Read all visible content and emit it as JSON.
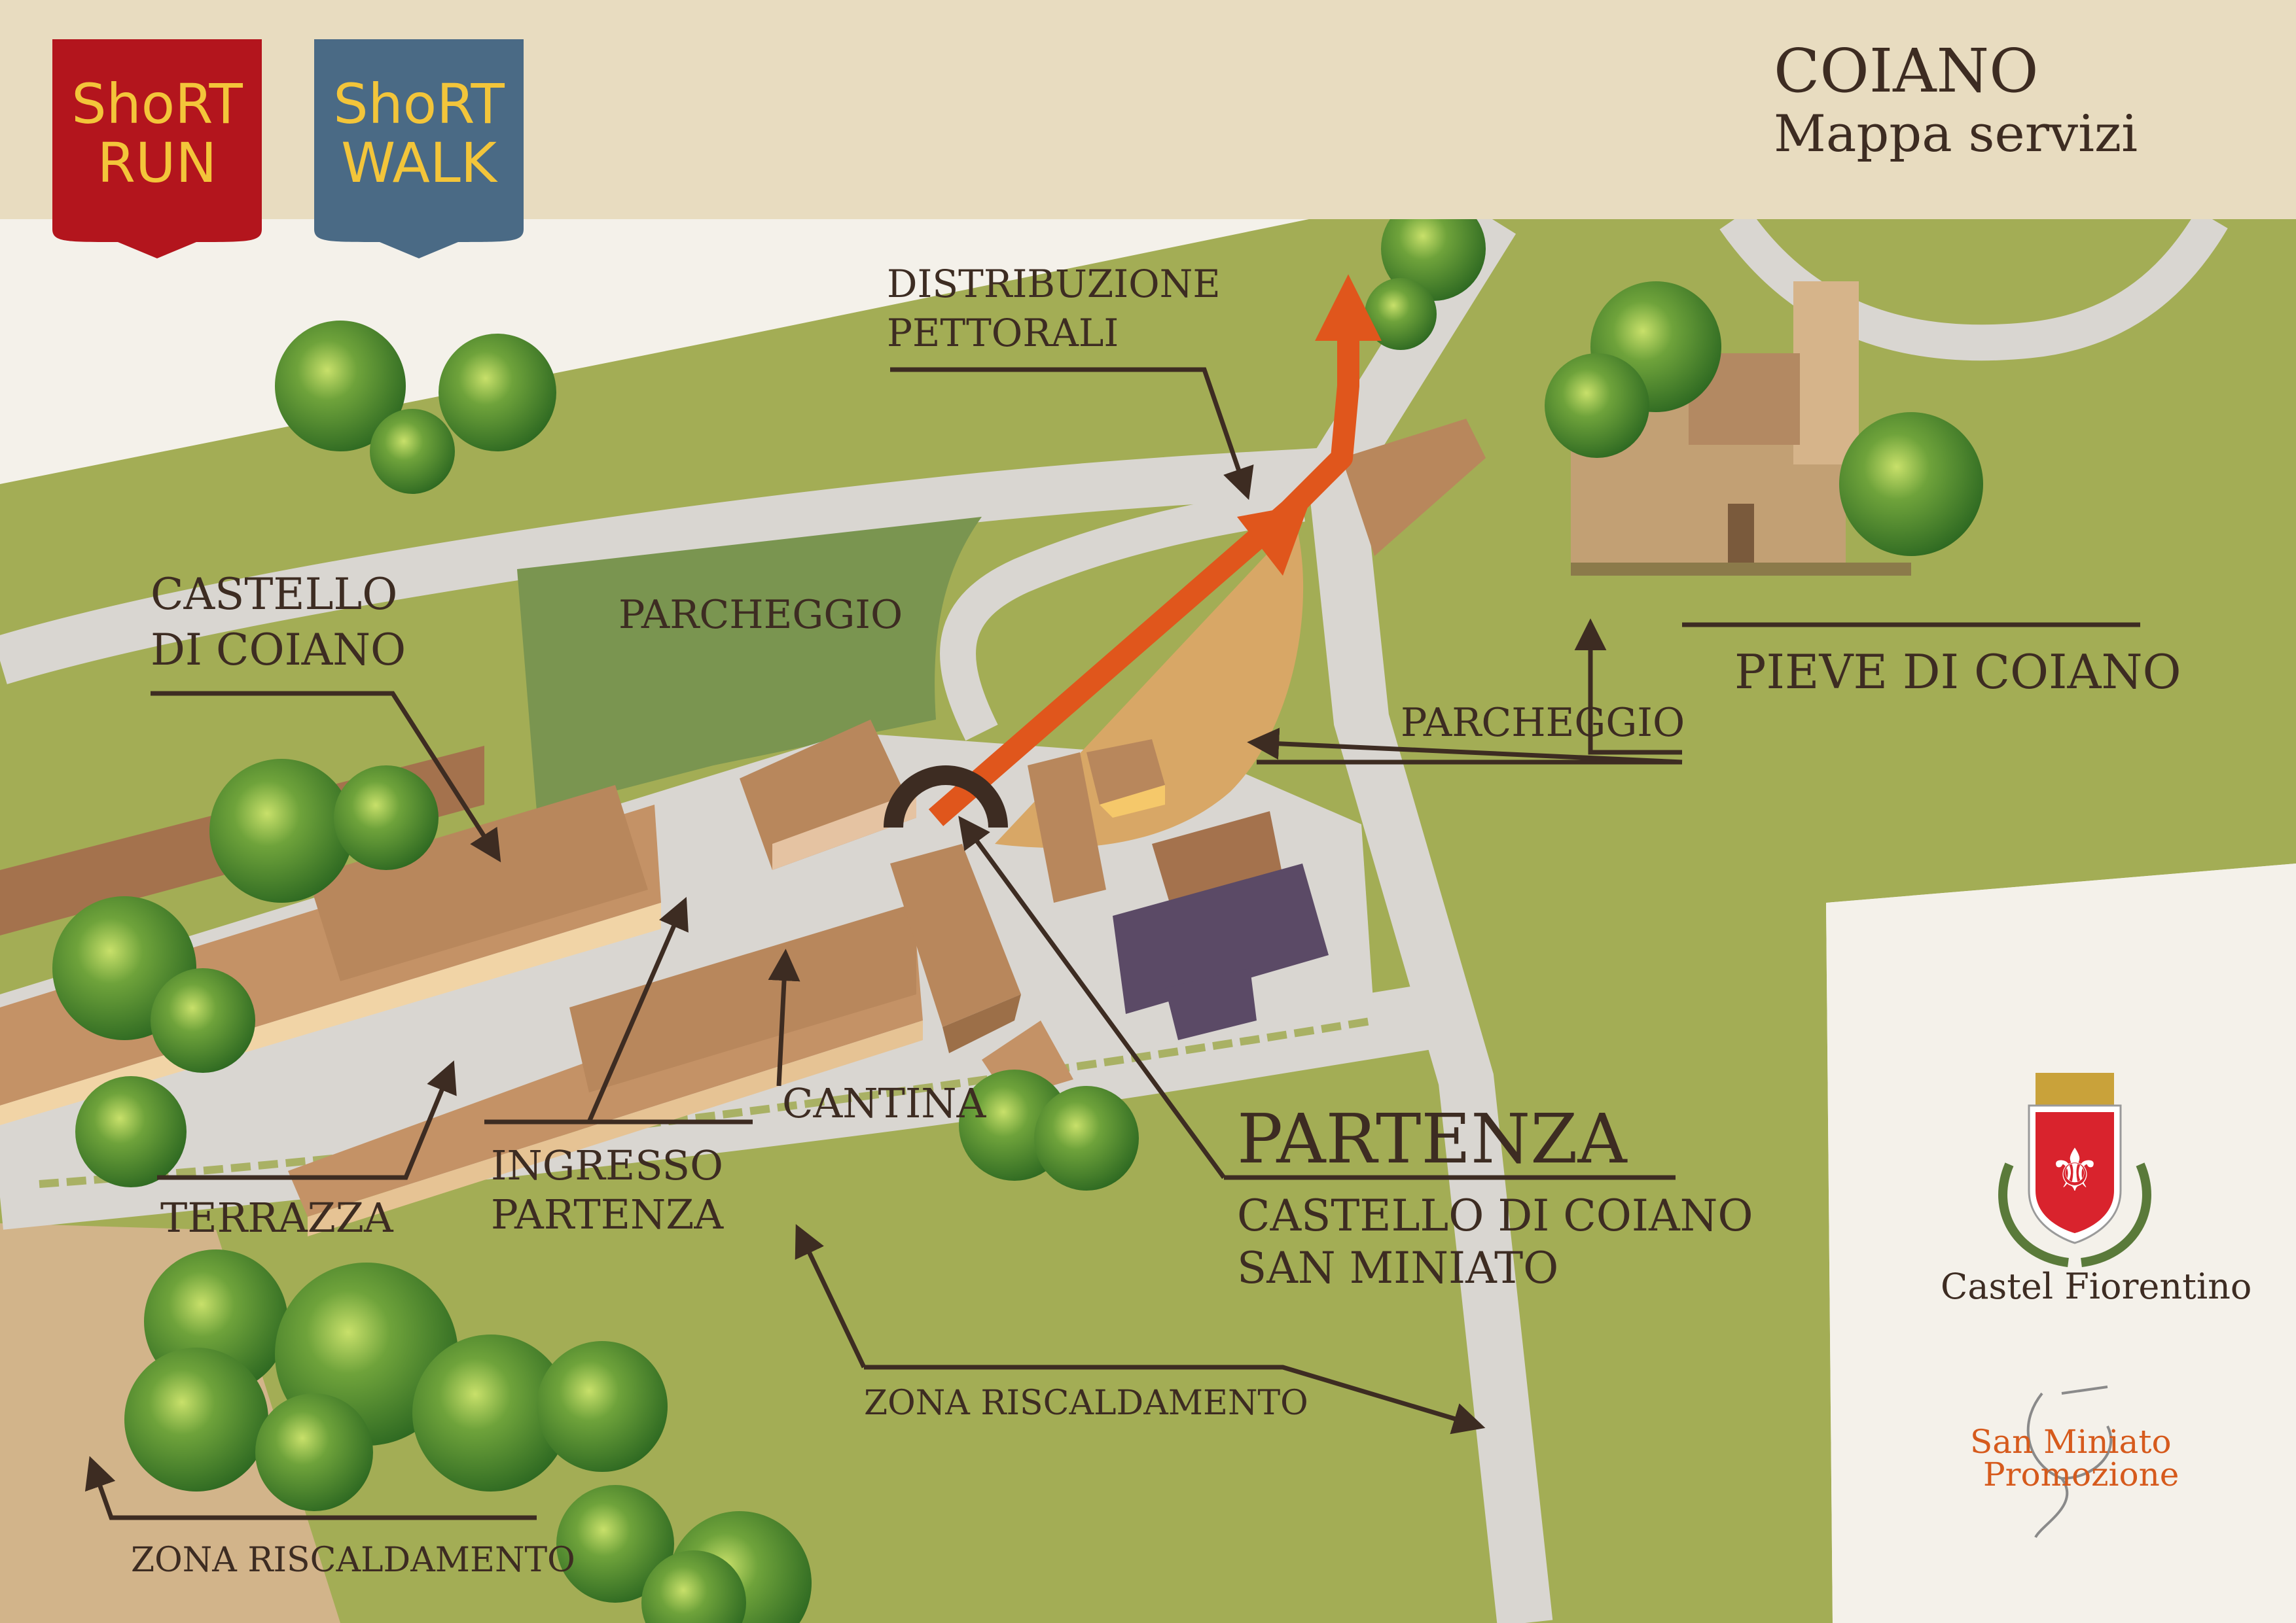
{
  "header": {
    "title": "COIANO",
    "subtitle": "Mappa servizi"
  },
  "badges": {
    "run": {
      "line1": "ShoRT",
      "line2": "RUN",
      "color": "#b3151d"
    },
    "walk": {
      "line1": "ShoRT",
      "line2": "WALK",
      "color": "#4a6a85"
    }
  },
  "labels": {
    "distribuzione_line1": "DISTRIBUZIONE",
    "distribuzione_line2": "PETTORALI",
    "parcheggio_1": "PARCHEGGIO",
    "parcheggio_2": "PARCHEGGIO",
    "castello_line1": "CASTELLO",
    "castello_line2": "DI COIANO",
    "pieve": "PIEVE DI COIANO",
    "terrazza": "TERRAZZA",
    "ingresso_line1": "INGRESSO",
    "ingresso_line2": "PARTENZA",
    "cantina": "CANTINA",
    "partenza": "PARTENZA",
    "partenza_sub1": "CASTELLO DI COIANO",
    "partenza_sub2": "SAN MINIATO",
    "zona_1": "ZONA RISCALDAMENTO",
    "zona_2": "ZONA RISCALDAMENTO"
  },
  "logos": {
    "castelfiorentino": "Castel Fiorentino",
    "sanminiato_line1": "San Miniato",
    "sanminiato_line2": "Promozione"
  },
  "colors": {
    "header_bg": "#e8dcc0",
    "grass": "#a3ad55",
    "grass_dark": "#7a9550",
    "road": "#d9d6d1",
    "roof": "#b8875c",
    "roof_dark": "#9c6f48",
    "route": "#e0561c",
    "ink": "#3d2c22"
  }
}
